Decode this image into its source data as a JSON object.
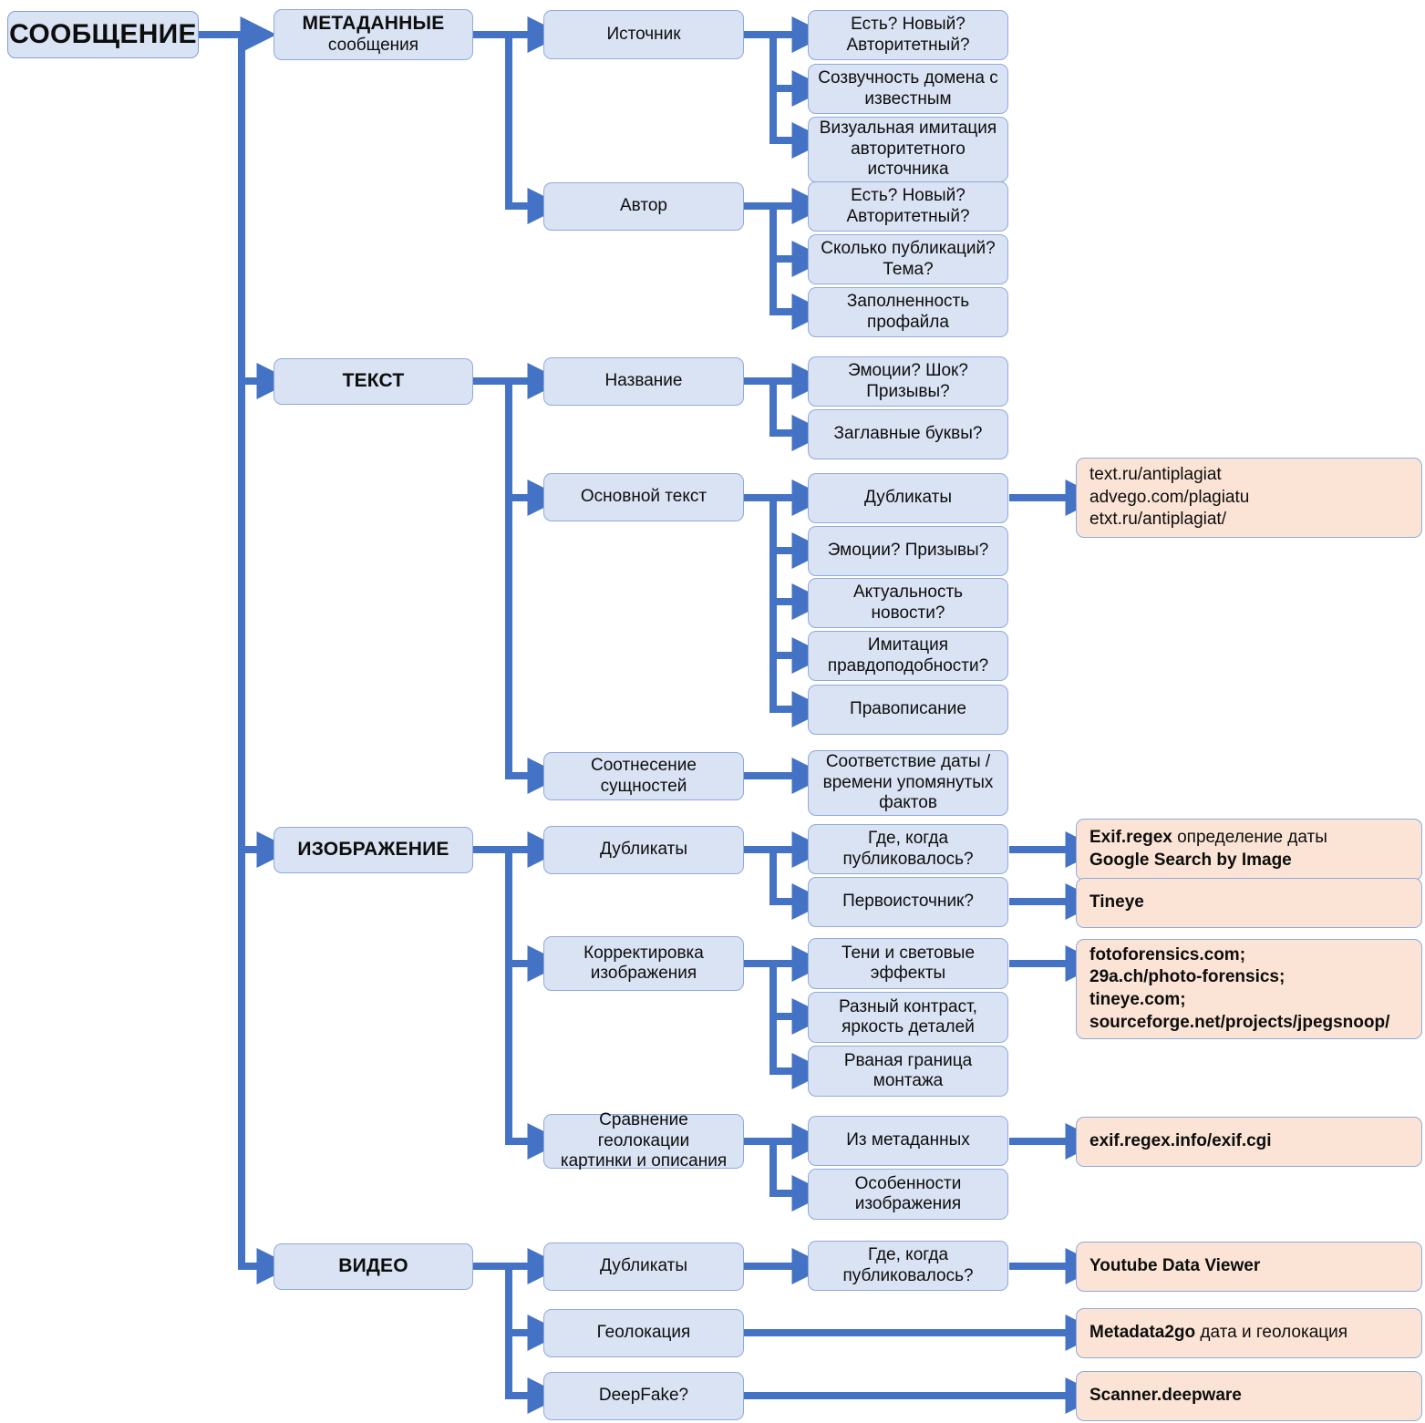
{
  "diagram": {
    "title": "СООБЩЕНИЕ",
    "colors": {
      "box_fill": "#dae3f3",
      "box_border": "#8faadc",
      "tool_fill": "#fbe4d5",
      "connector": "#4472c4",
      "text": "#0d0d0d"
    },
    "root": {
      "label": "СООБЩЕНИЕ"
    },
    "level2": [
      {
        "label": "МЕТАДАННЫЕ",
        "sublabel": "сообщения"
      },
      {
        "label": "ТЕКСТ",
        "sublabel": ""
      },
      {
        "label": "ИЗОБРАЖЕНИЕ",
        "sublabel": ""
      },
      {
        "label": "ВИДЕО",
        "sublabel": ""
      }
    ],
    "level3": [
      {
        "label": "Источник"
      },
      {
        "label": "Автор"
      },
      {
        "label": "Название"
      },
      {
        "label": "Основной текст"
      },
      {
        "label": "Соотнесение сущностей"
      },
      {
        "label": "Дубликаты"
      },
      {
        "label": "Корректировка\nизображения"
      },
      {
        "label": "Сравнение геолокации\nкартинки и описания"
      },
      {
        "label": "Дубликаты"
      },
      {
        "label": "Геолокация"
      },
      {
        "label": "DeepFake?"
      }
    ],
    "level4": [
      {
        "label": "Есть? Новый?\nАвторитетный?"
      },
      {
        "label": "Созвучность домена с\nизвестным"
      },
      {
        "label": "Визуальная имитация\nавторитетного\nисточника"
      },
      {
        "label": "Есть? Новый?\nАвторитетный?"
      },
      {
        "label": "Сколько публикаций?\nТема?"
      },
      {
        "label": "Заполненность\nпрофайла"
      },
      {
        "label": "Эмоции? Шок?\nПризывы?"
      },
      {
        "label": "Заглавные буквы?"
      },
      {
        "label": "Дубликаты"
      },
      {
        "label": "Эмоции? Призывы?"
      },
      {
        "label": "Актуальность новости?"
      },
      {
        "label": "Имитация\nправдоподобности?"
      },
      {
        "label": "Правописание"
      },
      {
        "label": "Соответствие даты /\nвремени упомянутых\nфактов"
      },
      {
        "label": "Где, когда\nпубликовалось?"
      },
      {
        "label": "Первоисточник?"
      },
      {
        "label": "Тени и световые\nэффекты"
      },
      {
        "label": "Разный контраст,\nяркость деталей"
      },
      {
        "label": "Рваная граница\nмонтажа"
      },
      {
        "label": "Из метаданных"
      },
      {
        "label": "Особенности\nизображения"
      },
      {
        "label": "Где, когда\nпубликовалось?"
      }
    ],
    "tools": [
      {
        "id": "plagiarism",
        "bold": false,
        "lines": [
          {
            "strong": "text.ru/antiplagiat",
            "rest": ""
          },
          {
            "strong": "advego.com/plagiatu",
            "rest": ""
          },
          {
            "strong": "etxt.ru/antiplagiat/",
            "rest": ""
          }
        ]
      },
      {
        "id": "image-date",
        "bold": true,
        "lines": [
          {
            "strong": "Exif.regex",
            "rest": " определение даты"
          },
          {
            "strong": "Google Search by Image",
            "rest": ""
          }
        ]
      },
      {
        "id": "tineye",
        "bold": true,
        "lines": [
          {
            "strong": "Tineye",
            "rest": ""
          }
        ]
      },
      {
        "id": "forensics",
        "bold": true,
        "lines": [
          {
            "strong": "fotoforensics.com;",
            "rest": ""
          },
          {
            "strong": "29a.ch/photo-forensics;",
            "rest": ""
          },
          {
            "strong": "tineye.com;",
            "rest": ""
          },
          {
            "strong": "sourceforge.net/projects/jpegsnoop/",
            "rest": ""
          }
        ]
      },
      {
        "id": "exif-info",
        "bold": true,
        "lines": [
          {
            "strong": "exif.regex.info/exif.cgi",
            "rest": ""
          }
        ]
      },
      {
        "id": "youtube-data-viewer",
        "bold": true,
        "lines": [
          {
            "strong": "Youtube  Data Viewer",
            "rest": ""
          }
        ]
      },
      {
        "id": "metadata2go",
        "bold": true,
        "lines": [
          {
            "strong": "Metadata2go",
            "rest": " дата и геолокация"
          }
        ]
      },
      {
        "id": "scanner-deepware",
        "bold": true,
        "lines": [
          {
            "strong": "Scanner.deepware",
            "rest": ""
          }
        ]
      }
    ]
  }
}
